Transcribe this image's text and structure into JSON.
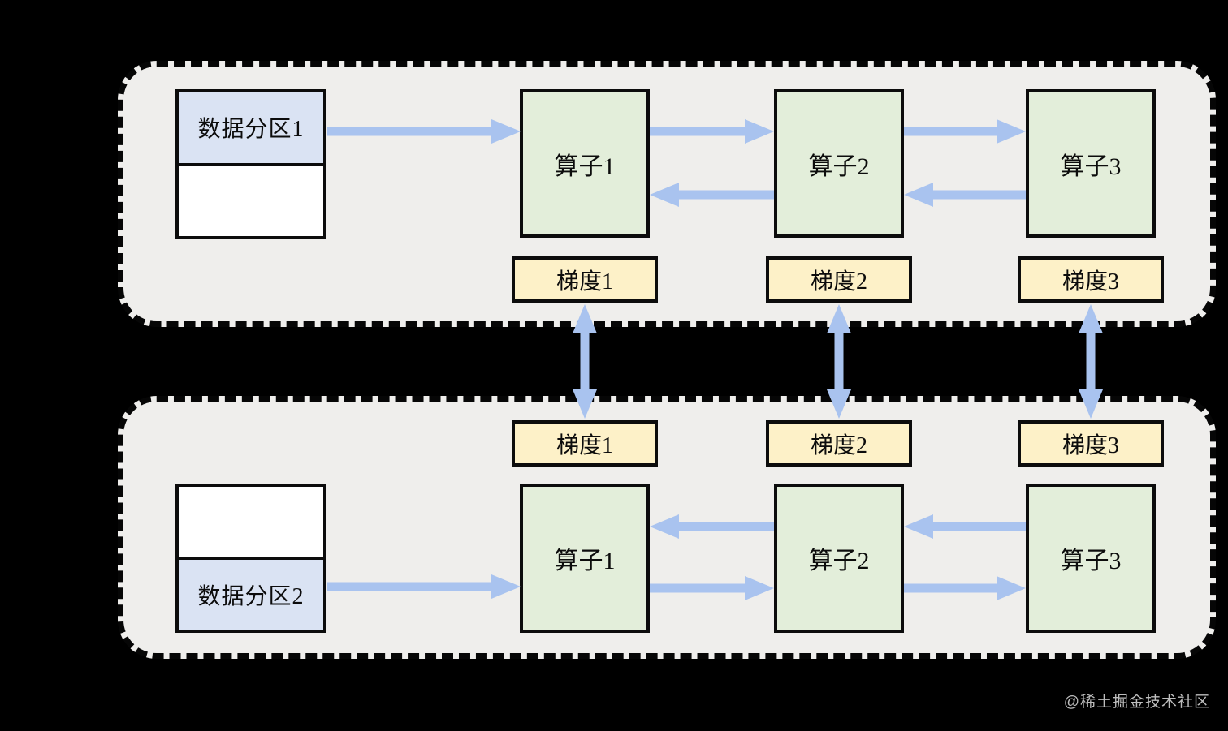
{
  "panels": {
    "top": {
      "partition": {
        "label": "数据分区1"
      },
      "operators": [
        {
          "label": "算子1"
        },
        {
          "label": "算子2"
        },
        {
          "label": "算子3"
        }
      ],
      "gradients": [
        {
          "label": "梯度1"
        },
        {
          "label": "梯度2"
        },
        {
          "label": "梯度3"
        }
      ]
    },
    "bottom": {
      "partition": {
        "label": "数据分区2"
      },
      "operators": [
        {
          "label": "算子1"
        },
        {
          "label": "算子2"
        },
        {
          "label": "算子3"
        }
      ],
      "gradients": [
        {
          "label": "梯度1"
        },
        {
          "label": "梯度2"
        },
        {
          "label": "梯度3"
        }
      ]
    }
  },
  "watermark": "@稀土掘金技术社区",
  "colors": {
    "background": "#000000",
    "panel_fill": "#efeeec",
    "operator_fill": "#e3eeda",
    "gradient_fill": "#fdf1c8",
    "partition_fill": "#dae3f3",
    "arrow": "#a9c3ef",
    "border": "#0c0c0c"
  }
}
